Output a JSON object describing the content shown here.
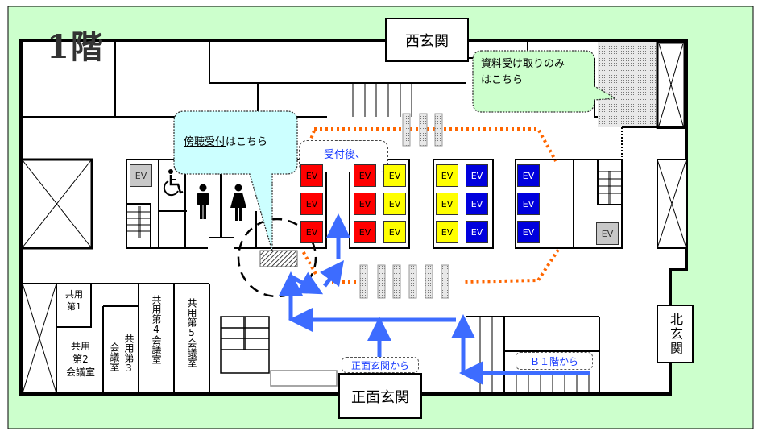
{
  "floor": {
    "title": "1階"
  },
  "entrances": {
    "west": "西玄関",
    "north": "北玄関",
    "main": "正面玄関"
  },
  "callouts": {
    "gallery_reception": {
      "underlined": "傍聴受付",
      "rest": "はこちら"
    },
    "documents_only": {
      "line1": "資料受け取りのみ",
      "line2": "はこちら"
    },
    "after_reception": "受付後、"
  },
  "route_tags": {
    "from_main": "正面玄関から",
    "from_b1": "Ｂ１階から"
  },
  "rooms": {
    "shared1": "共用第1",
    "shared2": [
      "共用",
      "第2",
      "会議室"
    ],
    "shared3": [
      "共用第3",
      "会議室"
    ],
    "shared4": "共用第4会議室",
    "shared5": "共用第5会議室"
  },
  "elevator_label": "EV",
  "elevators": {
    "bank1": [
      "red",
      "red",
      "red"
    ],
    "bank2": [
      [
        "red",
        "yellow"
      ],
      [
        "red",
        "yellow"
      ],
      [
        "red",
        "yellow"
      ]
    ],
    "bank3": [
      [
        "yellow",
        "blue"
      ],
      [
        "yellow",
        "blue"
      ],
      [
        "yellow",
        "blue"
      ]
    ],
    "bank4": [
      "blue",
      "blue",
      "blue"
    ],
    "service": [
      "grey",
      "grey"
    ]
  },
  "colors": {
    "outside": "#ccffcc",
    "callout_blue": "#ccffff",
    "callout_green": "#ccffcc",
    "route_arrow": "#3366ff",
    "queue_line": "#ff6600",
    "route_text": "#1a3cff"
  },
  "icons": [
    "wheelchair-icon",
    "male-restroom-icon",
    "female-restroom-icon",
    "route-arrow-icon"
  ]
}
